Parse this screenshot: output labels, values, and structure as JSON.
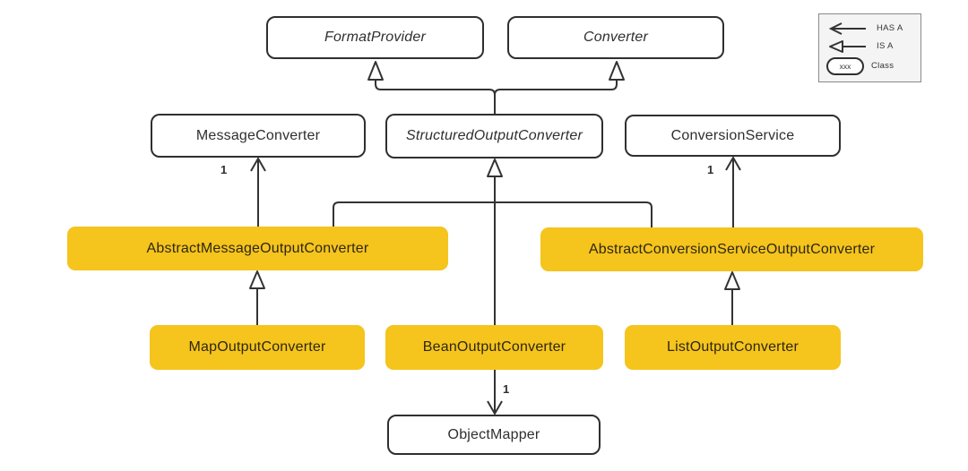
{
  "diagram": {
    "colors": {
      "highlight_yellow": "#F5C41D",
      "line": "#333333",
      "box_border": "#2F2F2F",
      "legend_background": "#F4F4F4"
    },
    "nodes": {
      "format_provider": {
        "label": "FormatProvider",
        "kind": "interface",
        "highlighted": false
      },
      "converter": {
        "label": "Converter",
        "kind": "interface",
        "highlighted": false
      },
      "message_converter": {
        "label": "MessageConverter",
        "kind": "class",
        "highlighted": false
      },
      "structured_output_converter": {
        "label": "StructuredOutputConverter",
        "kind": "interface",
        "highlighted": false
      },
      "conversion_service": {
        "label": "ConversionService",
        "kind": "class",
        "highlighted": false
      },
      "abstract_message_output_converter": {
        "label": "AbstractMessageOutputConverter",
        "kind": "class",
        "highlighted": true
      },
      "abstract_conversion_service_output_converter": {
        "label": "AbstractConversionServiceOutputConverter",
        "kind": "class",
        "highlighted": true
      },
      "map_output_converter": {
        "label": "MapOutputConverter",
        "kind": "class",
        "highlighted": true
      },
      "bean_output_converter": {
        "label": "BeanOutputConverter",
        "kind": "class",
        "highlighted": true
      },
      "list_output_converter": {
        "label": "ListOutputConverter",
        "kind": "class",
        "highlighted": true
      },
      "object_mapper": {
        "label": "ObjectMapper",
        "kind": "class",
        "highlighted": false
      }
    },
    "edges": [
      {
        "type": "is_a",
        "from": "StructuredOutputConverter",
        "to": "FormatProvider"
      },
      {
        "type": "is_a",
        "from": "StructuredOutputConverter",
        "to": "Converter"
      },
      {
        "type": "is_a",
        "from": "AbstractMessageOutputConverter",
        "to": "StructuredOutputConverter"
      },
      {
        "type": "is_a",
        "from": "BeanOutputConverter",
        "to": "StructuredOutputConverter"
      },
      {
        "type": "is_a",
        "from": "AbstractConversionServiceOutputConverter",
        "to": "StructuredOutputConverter"
      },
      {
        "type": "has_a",
        "from": "AbstractMessageOutputConverter",
        "to": "MessageConverter",
        "multiplicity": "1"
      },
      {
        "type": "has_a",
        "from": "AbstractConversionServiceOutputConverter",
        "to": "ConversionService",
        "multiplicity": "1"
      },
      {
        "type": "is_a",
        "from": "MapOutputConverter",
        "to": "AbstractMessageOutputConverter"
      },
      {
        "type": "is_a",
        "from": "ListOutputConverter",
        "to": "AbstractConversionServiceOutputConverter"
      },
      {
        "type": "has_a",
        "from": "BeanOutputConverter",
        "to": "ObjectMapper",
        "multiplicity": "1"
      }
    ],
    "multiplicities": [
      {
        "text": "1"
      },
      {
        "text": "1"
      },
      {
        "text": "1"
      }
    ],
    "legend": {
      "has_a_label": "HAS A",
      "is_a_label": "IS A",
      "class_sample": "xxx",
      "class_label": "Class"
    }
  }
}
